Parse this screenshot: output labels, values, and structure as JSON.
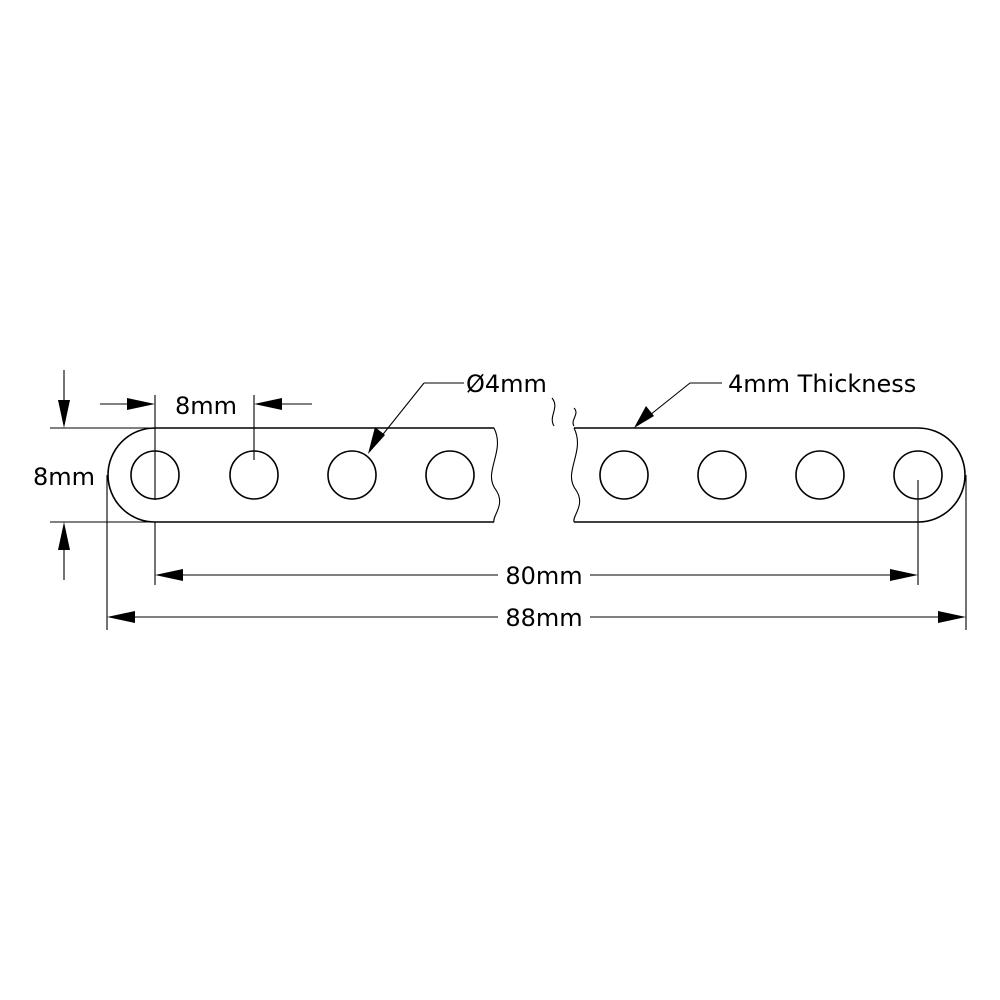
{
  "labels": {
    "hole_spacing": "8mm",
    "height": "8mm",
    "hole_diameter": "Ø4mm",
    "thickness": "4mm Thickness",
    "center_span": "80mm",
    "overall_length": "88mm"
  }
}
